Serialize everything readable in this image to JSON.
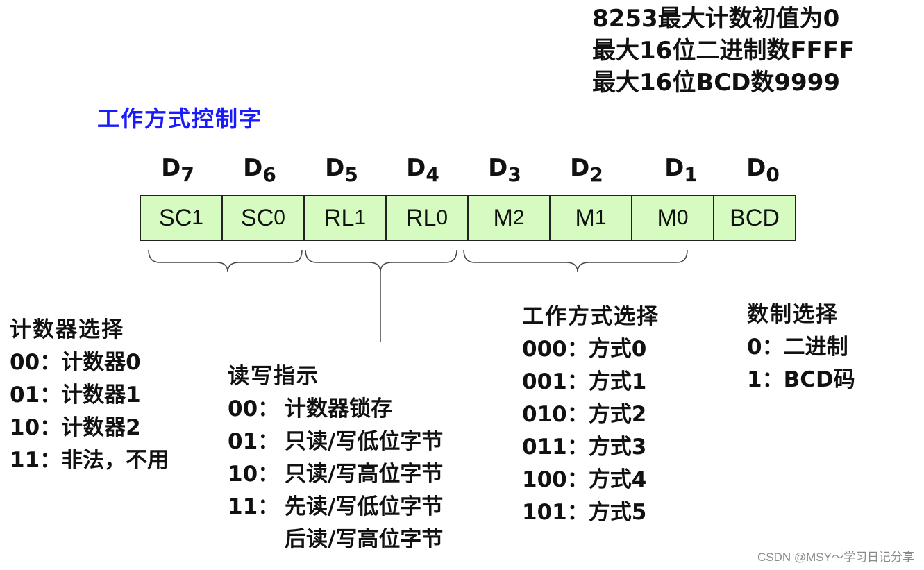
{
  "notes": [
    "8253最大计数初值为0",
    "最大16位二进制数FFFF",
    "最大16位BCD数9999"
  ],
  "title": "工作方式控制字",
  "bits": [
    {
      "label": "D",
      "sub": "7"
    },
    {
      "label": "D",
      "sub": "6"
    },
    {
      "label": "D",
      "sub": "5"
    },
    {
      "label": "D",
      "sub": "4"
    },
    {
      "label": "D",
      "sub": "3"
    },
    {
      "label": "D",
      "sub": "2"
    },
    {
      "label": "D",
      "sub": "1"
    },
    {
      "label": "D",
      "sub": "0"
    }
  ],
  "cells": [
    {
      "label": "SC",
      "sub": "1"
    },
    {
      "label": "SC",
      "sub": "0"
    },
    {
      "label": "RL",
      "sub": "1"
    },
    {
      "label": "RL",
      "sub": "0"
    },
    {
      "label": "M",
      "sub": "2"
    },
    {
      "label": "M",
      "sub": "1"
    },
    {
      "label": "M",
      "sub": "0"
    },
    {
      "label": "BCD",
      "sub": ""
    }
  ],
  "cell_color": "#d6fbc1",
  "title_color": "#1a1aff",
  "counter_select": {
    "header": "计数器选择",
    "rows": [
      {
        "code": "00：",
        "desc": "计数器0"
      },
      {
        "code": "01：",
        "desc": "计数器1"
      },
      {
        "code": "10：",
        "desc": "计数器2"
      },
      {
        "code": "11：",
        "desc": "非法，不用"
      }
    ]
  },
  "rw_select": {
    "header": "读写指示",
    "rows": [
      {
        "code": "00：",
        "desc": "计数器锁存"
      },
      {
        "code": "01：",
        "desc": "只读/写低位字节"
      },
      {
        "code": "10：",
        "desc": "只读/写高位字节"
      },
      {
        "code": "11：",
        "desc": "先读/写低位字节"
      },
      {
        "code": "",
        "desc": "后读/写高位字节"
      }
    ]
  },
  "mode_select": {
    "header": "工作方式选择",
    "rows": [
      {
        "code": "000：",
        "desc": "方式0"
      },
      {
        "code": "001：",
        "desc": "方式1"
      },
      {
        "code": "010：",
        "desc": "方式2"
      },
      {
        "code": "011：",
        "desc": "方式3"
      },
      {
        "code": "100：",
        "desc": "方式4"
      },
      {
        "code": "101：",
        "desc": "方式5"
      }
    ]
  },
  "bcd_select": {
    "header": "数制选择",
    "rows": [
      {
        "code": "0：",
        "desc": "二进制"
      },
      {
        "code": "1：",
        "desc": "BCD码"
      }
    ]
  },
  "watermark": "CSDN @MSY～学习日记分享"
}
